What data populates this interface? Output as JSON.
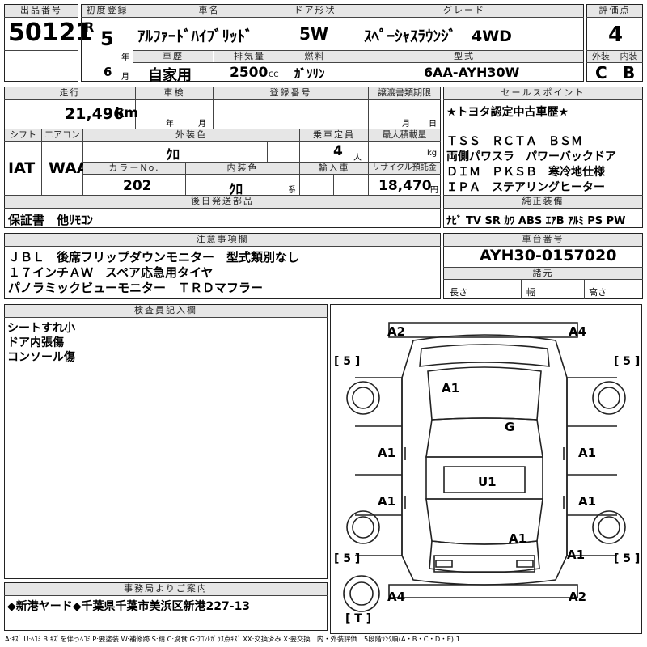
{
  "labels": {
    "lot_no": "出品番号",
    "first_reg": "初度登録",
    "car_name": "車名",
    "door": "ドア形状",
    "grade": "グレード",
    "score": "評価点",
    "exterior": "外装",
    "interior": "内装",
    "history": "車歴",
    "displacement": "排気量",
    "fuel": "燃料",
    "model": "型式",
    "mileage": "走行",
    "inspection": "車検",
    "reg_no": "登録番号",
    "transfer": "譲渡書類期限",
    "shift": "シフト",
    "aircon": "エアコン",
    "ext_color": "外装色",
    "capacity": "乗車定員",
    "max_load": "最大積載量",
    "color_no": "カラーNo.",
    "int_color": "内装色",
    "import": "輸入車",
    "recycle": "リサイクル預託金",
    "later": "後日発送部品",
    "sales_point": "セールスポイント",
    "equipment": "純正装備",
    "notes": "注意事項欄",
    "chassis": "車台番号",
    "specs": "諸元",
    "length": "長さ",
    "width": "幅",
    "height": "高さ",
    "inspector": "検査員記入欄",
    "office": "事務局よりご案内"
  },
  "units": {
    "reiwa": "R",
    "year": "年",
    "month": "月",
    "cc": "CC",
    "km": "km",
    "year2": "年",
    "month2": "月",
    "day": "日",
    "people": "人",
    "kg": "kg",
    "kei": "系",
    "yen": "円"
  },
  "car": {
    "lot_no": "50121",
    "reg_year": "5",
    "reg_month": "6",
    "name": "ｱﾙﾌｧｰﾄﾞﾊｲﾌﾞﾘｯﾄﾞ",
    "door": "5W",
    "grade": "ｽﾍﾟｰｼｬｽﾗｳﾝｼﾞ　4WD",
    "score": "4",
    "exterior_score": "C",
    "interior_score": "B",
    "history": "自家用",
    "displacement": "2500",
    "fuel": "ｶﾞｿﾘﾝ",
    "model": "6AA-AYH30W",
    "mileage": "21,496",
    "shift": "IAT",
    "aircon": "WAA",
    "ext_color": "ｸﾛ",
    "capacity": "4",
    "color_no": "202",
    "int_color": "ｸﾛ",
    "recycle": "18,470",
    "chassis": "AYH30-0157020"
  },
  "later_parts": "保証書　他ﾘﾓｺﾝ",
  "equipment": "ﾅﾋﾞ TV SR ｶﾜ ABS ｴｱB ｱﾙﾐ PS PW",
  "sales_points": [
    "★トヨタ認定中古車歴★",
    "ＴＳＳ　ＲＣＴＡ　ＢＳＭ",
    "両側パワスラ　パワーバックドア",
    "ＤＩＭ　ＰＫＳＢ　寒冷地仕様",
    "ＩＰＡ　ステアリングヒーター"
  ],
  "notes": [
    "ＪＢＬ　後席フリップダウンモニター　型式類別なし",
    "１７インチＡＷ　スペア応急用タイヤ",
    "パノラミックビューモニター　ＴＲＤマフラー"
  ],
  "inspector_notes": [
    "シートすれ小",
    "ドア内張傷",
    "コンソール傷"
  ],
  "office_text": "◆新港ヤード◆千葉県千葉市美浜区新港227-13",
  "diagram": {
    "tires": [
      "[ 5 ]",
      "[ 5 ]",
      "[ 5 ]",
      "[ 5 ]",
      "[ T ]"
    ],
    "marks": [
      "A2",
      "A4",
      "A1",
      "G",
      "A1",
      "A1",
      "U1",
      "A1",
      "A1",
      "A1",
      "A1",
      "A4",
      "A2"
    ]
  },
  "legend": "A:ｷｽﾞ U:ﾍｺﾐ B:ｷｽﾞを伴うﾍｺﾐ P:要塗装 W:補修跡 S:錆 C:腐食 G:ﾌﾛﾝﾄｶﾞﾗｽ点ｷｽﾞ XX:交換済み X:要交換　内・外装評価　5段階ﾗﾝｸ順(A・B・C・D・E) 1"
}
